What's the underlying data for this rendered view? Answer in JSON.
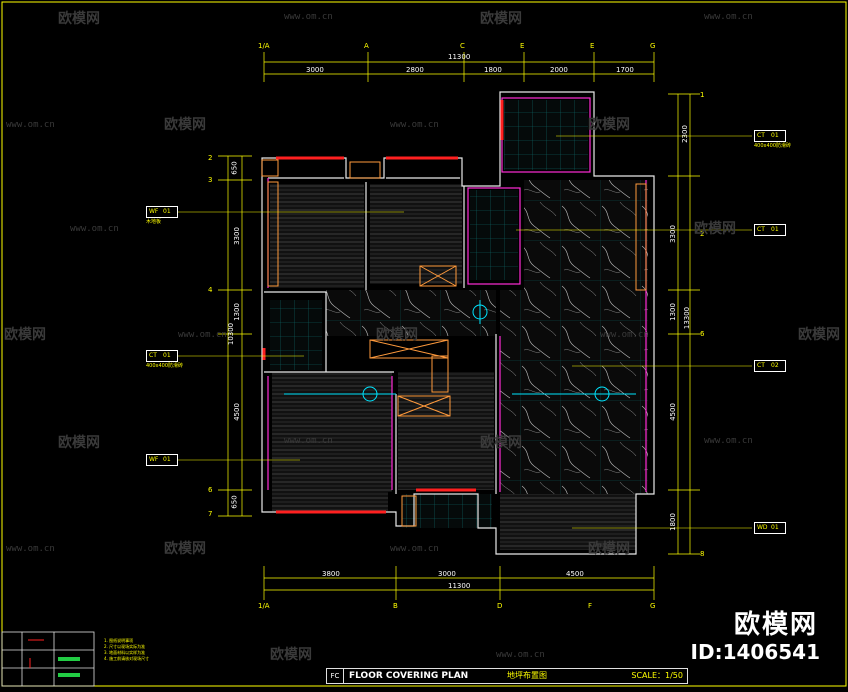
{
  "watermark": {
    "brand": "欧模网",
    "url": "www.om.cn",
    "short_url": "www.om.cn"
  },
  "branding": {
    "name": "欧模网",
    "id_text": "ID:1406541"
  },
  "title_block": {
    "code": "FC",
    "title_en": "FLOOR COVERING PLAN",
    "title_cn": "地坪布置图",
    "scale": "SCALE：1/50"
  },
  "grid": {
    "top_axes": [
      "1/A",
      "A",
      "C",
      "E",
      "E",
      "G"
    ],
    "bottom_axes": [
      "1/A",
      "B",
      "D",
      "F",
      "G"
    ],
    "right_axes": [
      "1",
      "2",
      "6",
      "8"
    ],
    "left_axes": [
      "2",
      "3",
      "4",
      "6",
      "7"
    ]
  },
  "dimensions": {
    "top_total": "11300",
    "top_segments": [
      "3000",
      "2800",
      "1800",
      "2000",
      "1700"
    ],
    "bottom_total": "11300",
    "bottom_segments": [
      "3800",
      "3000",
      "4500"
    ],
    "left_total": "10300",
    "left_segments": [
      "650",
      "3300",
      "1300",
      "4500",
      "650"
    ],
    "right_total": "13300",
    "right_segments": [
      "2300",
      "3300",
      "1300",
      "4500",
      "1800"
    ]
  },
  "tags": {
    "left": [
      {
        "code": "WF",
        "num": "01",
        "sub": "木地板"
      },
      {
        "code": "CT",
        "num": "01",
        "sub": "400x400防滑砖"
      },
      {
        "code": "WF",
        "num": "01",
        "sub": ""
      }
    ],
    "right": [
      {
        "code": "CT",
        "num": "01",
        "sub": "400x400防滑砖"
      },
      {
        "code": "CT",
        "num": "01",
        "sub": ""
      },
      {
        "code": "CT",
        "num": "02",
        "sub": ""
      },
      {
        "code": "WD",
        "num": "01",
        "sub": ""
      }
    ]
  },
  "notes": {
    "items": [
      "1. 图纸说明事项",
      "2. 尺寸以现场实际为准",
      "3. 地面材料以实样为准",
      "4. 施工前请核对现场尺寸"
    ]
  }
}
